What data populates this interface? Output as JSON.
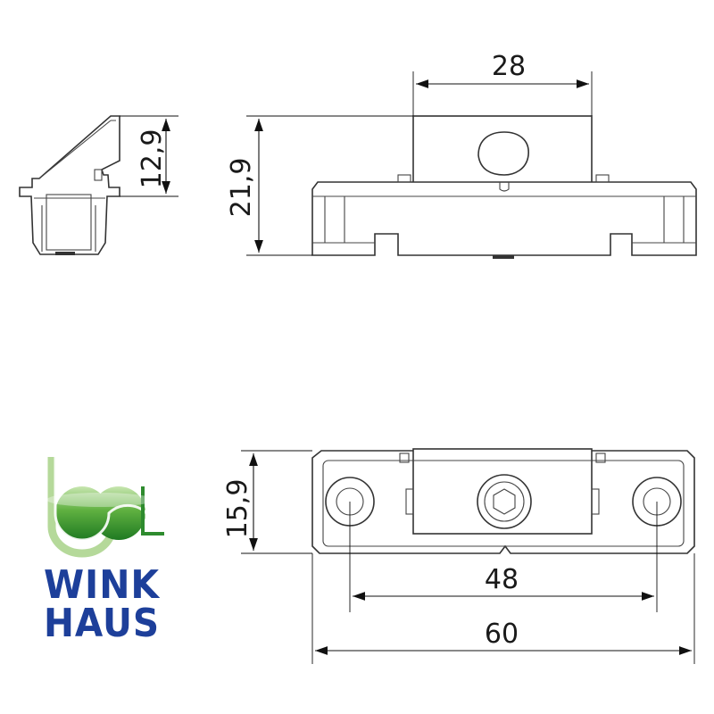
{
  "dimensions": {
    "top_width": "28",
    "side_height": "12,9",
    "front_height": "21,9",
    "plan_height": "15,9",
    "hole_spacing": "48",
    "overall_length": "60"
  },
  "logo": {
    "line1": "WINK",
    "line2": "HAUS",
    "green": "#2e8b2e",
    "blue": "#1d3f9a"
  }
}
